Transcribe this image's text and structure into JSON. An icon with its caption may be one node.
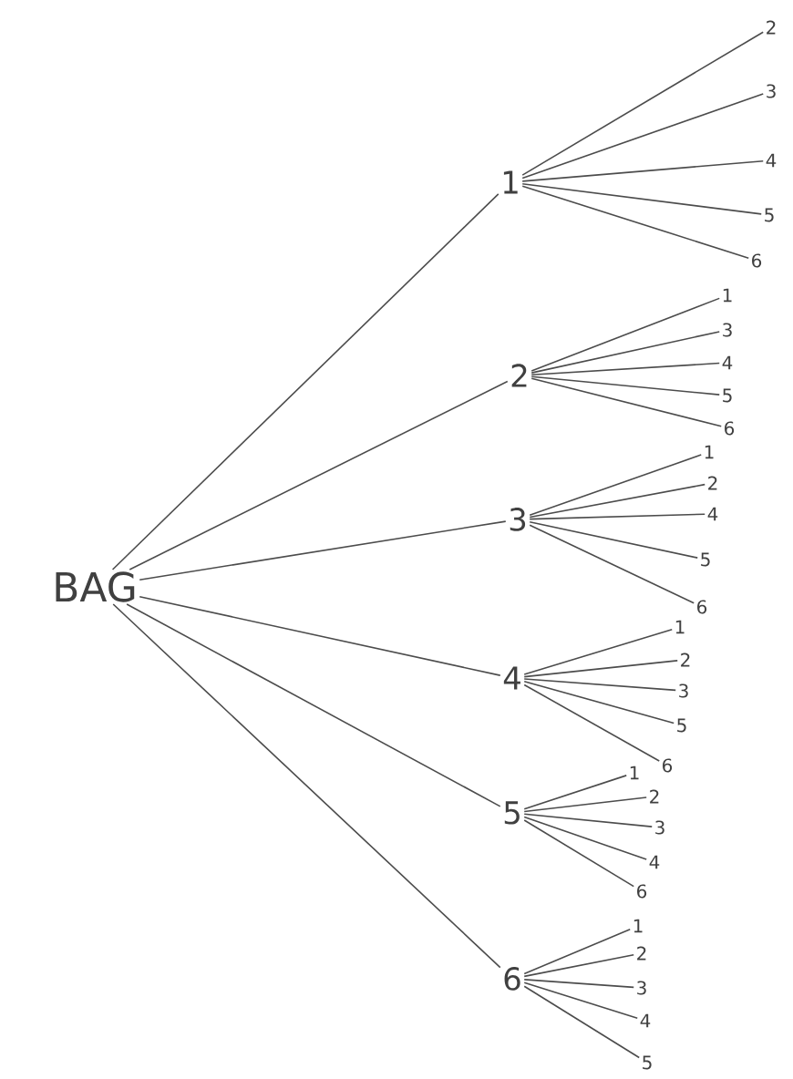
{
  "diagram": {
    "nodes": [
      {
        "text": [
          "BAG"
        ]
      },
      {
        "text": [
          "1"
        ]
      },
      {
        "text": [
          "2"
        ]
      },
      {
        "text": [
          "3"
        ]
      },
      {
        "text": [
          "4"
        ]
      },
      {
        "text": [
          "5"
        ]
      },
      {
        "text": [
          "6"
        ]
      },
      {
        "text": [
          "2"
        ]
      },
      {
        "text": [
          "3"
        ]
      },
      {
        "text": [
          "4"
        ]
      },
      {
        "text": [
          "5"
        ]
      },
      {
        "text": [
          "6"
        ]
      },
      {
        "text": [
          "1"
        ]
      },
      {
        "text": [
          "3"
        ]
      },
      {
        "text": [
          "4"
        ]
      },
      {
        "text": [
          "5"
        ]
      },
      {
        "text": [
          "6"
        ]
      },
      {
        "text": [
          "1"
        ]
      },
      {
        "text": [
          "2"
        ]
      },
      {
        "text": [
          "4"
        ]
      },
      {
        "text": [
          "5"
        ]
      },
      {
        "text": [
          "6"
        ]
      },
      {
        "text": [
          "1"
        ]
      },
      {
        "text": [
          "2"
        ]
      },
      {
        "text": [
          "3"
        ]
      },
      {
        "text": [
          "5"
        ]
      },
      {
        "text": [
          "6"
        ]
      },
      {
        "text": [
          "1"
        ]
      },
      {
        "text": [
          "2"
        ]
      },
      {
        "text": [
          "3"
        ]
      },
      {
        "text": [
          "4"
        ]
      },
      {
        "text": [
          "6"
        ]
      },
      {
        "text": [
          "1"
        ]
      },
      {
        "text": [
          "2"
        ]
      },
      {
        "text": [
          "3"
        ]
      },
      {
        "text": [
          "4"
        ]
      },
      {
        "text": [
          "5"
        ]
      }
    ],
    "edges": [
      {
        "from": 0,
        "to": 1,
        "arrow": "none"
      },
      {
        "from": 0,
        "to": 2,
        "arrow": "none"
      },
      {
        "from": 0,
        "to": 3,
        "arrow": "none"
      },
      {
        "from": 0,
        "to": 4,
        "arrow": "none"
      },
      {
        "from": 0,
        "to": 5,
        "arrow": "none"
      },
      {
        "from": 0,
        "to": 6,
        "arrow": "none"
      },
      {
        "from": 1,
        "to": 7,
        "arrow": "none"
      },
      {
        "from": 1,
        "to": 8,
        "arrow": "none"
      },
      {
        "from": 1,
        "to": 9,
        "arrow": "none"
      },
      {
        "from": 1,
        "to": 10,
        "arrow": "none"
      },
      {
        "from": 1,
        "to": 11,
        "arrow": "none"
      },
      {
        "from": 2,
        "to": 12,
        "arrow": "none"
      },
      {
        "from": 2,
        "to": 13,
        "arrow": "none"
      },
      {
        "from": 2,
        "to": 14,
        "arrow": "none"
      },
      {
        "from": 2,
        "to": 15,
        "arrow": "none"
      },
      {
        "from": 2,
        "to": 16,
        "arrow": "none"
      },
      {
        "from": 3,
        "to": 17,
        "arrow": "none"
      },
      {
        "from": 3,
        "to": 18,
        "arrow": "none"
      },
      {
        "from": 3,
        "to": 19,
        "arrow": "none"
      },
      {
        "from": 3,
        "to": 20,
        "arrow": "none"
      },
      {
        "from": 3,
        "to": 21,
        "arrow": "none"
      },
      {
        "from": 4,
        "to": 22,
        "arrow": "none"
      },
      {
        "from": 4,
        "to": 23,
        "arrow": "none"
      },
      {
        "from": 4,
        "to": 24,
        "arrow": "none"
      },
      {
        "from": 4,
        "to": 25,
        "arrow": "none"
      },
      {
        "from": 4,
        "to": 26,
        "arrow": "none"
      },
      {
        "from": 5,
        "to": 27,
        "arrow": "none"
      },
      {
        "from": 5,
        "to": 28,
        "arrow": "none"
      },
      {
        "from": 5,
        "to": 29,
        "arrow": "none"
      },
      {
        "from": 5,
        "to": 30,
        "arrow": "none"
      },
      {
        "from": 5,
        "to": 31,
        "arrow": "none"
      },
      {
        "from": 6,
        "to": 32,
        "arrow": "none"
      },
      {
        "from": 6,
        "to": 33,
        "arrow": "none"
      },
      {
        "from": 6,
        "to": 34,
        "arrow": "none"
      },
      {
        "from": 6,
        "to": 35,
        "arrow": "none"
      },
      {
        "from": 6,
        "to": 36,
        "arrow": "none"
      }
    ]
  }
}
